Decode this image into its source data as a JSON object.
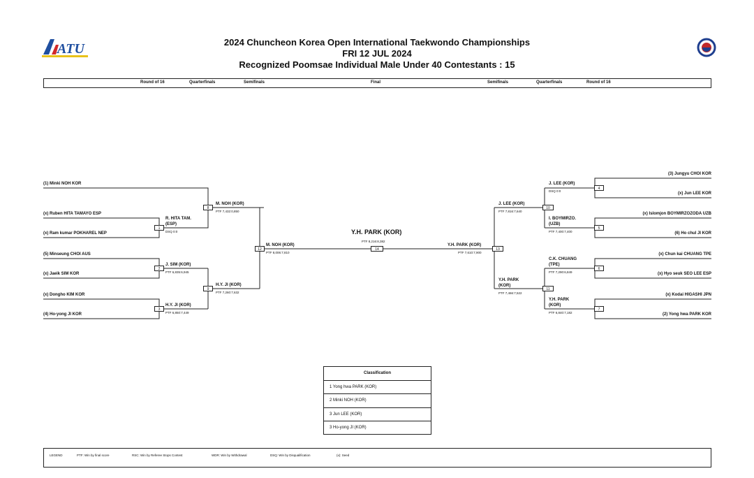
{
  "header": {
    "title_line1": "2024 Chuncheon Korea Open International Taekwondo Championships",
    "title_line2": "FRI 12 JUL 2024",
    "title_line3": "Recognized Poomsae Individual Male Under 40 Contestants : 15",
    "left_logo_text": "ATU",
    "right_logo_icon": "federation-emblem-icon"
  },
  "rounds": {
    "left": [
      "Round of 16",
      "Quarterfinals",
      "Semifinals"
    ],
    "center": "Final",
    "right": [
      "Semifinals",
      "Quarterfinals",
      "Round of 16"
    ]
  },
  "left_bracket": {
    "r16": [
      "(1) Minki NOH KOR",
      "(x) Ruben HITA TAMAYO ESP",
      "(x) Ram kumar POKHAREL NEP",
      "(5) Minseung CHOI AUS",
      "(x) Jaeik SIM KOR",
      "(x) Dongho KIM KOR",
      "(4) Ho-yong JI KOR"
    ],
    "match1": {
      "number": "1",
      "winner": "R. HITA TAM.",
      "winner2": "(ESP)",
      "score": "DSQ 0:0"
    },
    "match2": {
      "number": "2",
      "winner": "J. SIM (KOR)",
      "score": "PTF 6,835:6,945"
    },
    "match3": {
      "number": "3",
      "winner": "H.Y. JI (KOR)",
      "score": "PTF 6,850:7,449"
    },
    "match8": {
      "number": "8",
      "winner": "M. NOH (KOR)",
      "score": "PTF 7,432:0,850"
    },
    "match9": {
      "number": "9",
      "winner": "H.Y. JI (KOR)",
      "score": "PTF 7,260:7,632"
    },
    "match12": {
      "number": "12",
      "winner": "M. NOH (KOR)",
      "score": "PTF 8,006:7,810"
    }
  },
  "final": {
    "number": "14",
    "champion": "Y.H. PARK (KOR)",
    "score": "PTF 8,216:8,382"
  },
  "right_bracket": {
    "r16": [
      "(3) Jungyu CHOI KOR",
      "(x) Jun LEE KOR",
      "(x) Islomjon BOYMIRZOZODA UZB",
      "(6) Ho chul JI KOR",
      "(x) Chun kai CHUANG TPE",
      "(x) Hyo seuk SEO LEE ESP",
      "(x) Kodai HIGASHI JPN",
      "(2) Yong hwa PARK KOR"
    ],
    "match4": {
      "number": "4",
      "winner": "J. LEE (KOR)",
      "score": "DSQ 0:0"
    },
    "match5": {
      "number": "5",
      "winner": "I. BOYMIRZO.",
      "winner2": "(UZB)",
      "score": "PTF 7,400:7,400"
    },
    "match6": {
      "number": "6",
      "winner": "C.K. CHUANG",
      "winner2": "(TPE)",
      "score": "PTF 7,290:6,849"
    },
    "match7": {
      "number": "7",
      "winner": "Y.H. PARK",
      "winner2": "(KOR)",
      "score": "PTF 6,840:7,182"
    },
    "match10": {
      "number": "10",
      "winner": "J. LEE (KOR)",
      "score": "PTF 7,816:7,640"
    },
    "match11": {
      "number": "11",
      "winner": "Y.H. PARK",
      "winner2": "(KOR)",
      "score": "PTF 7,466:7,522"
    },
    "match13": {
      "number": "13",
      "winner": "Y.H. PARK (KOR)",
      "score": "PTF 7,610:7,900"
    }
  },
  "classification": {
    "heading": "Classification",
    "rows": [
      "1  Yong hwa PARK (KOR)",
      "2  Minki NOH (KOR)",
      "3  Jun LEE (KOR)",
      "3  Ho-yong JI (KOR)"
    ]
  },
  "legend": {
    "label": "LEGEND",
    "ptf": "PTF: Win by final score",
    "rsc": "RSC: Win by Referee Stops Contest",
    "wdr": "WDR: Win by Withdrawal",
    "dsq": "DSQ: Win by Disqualification",
    "seed": "(x): Seed"
  }
}
